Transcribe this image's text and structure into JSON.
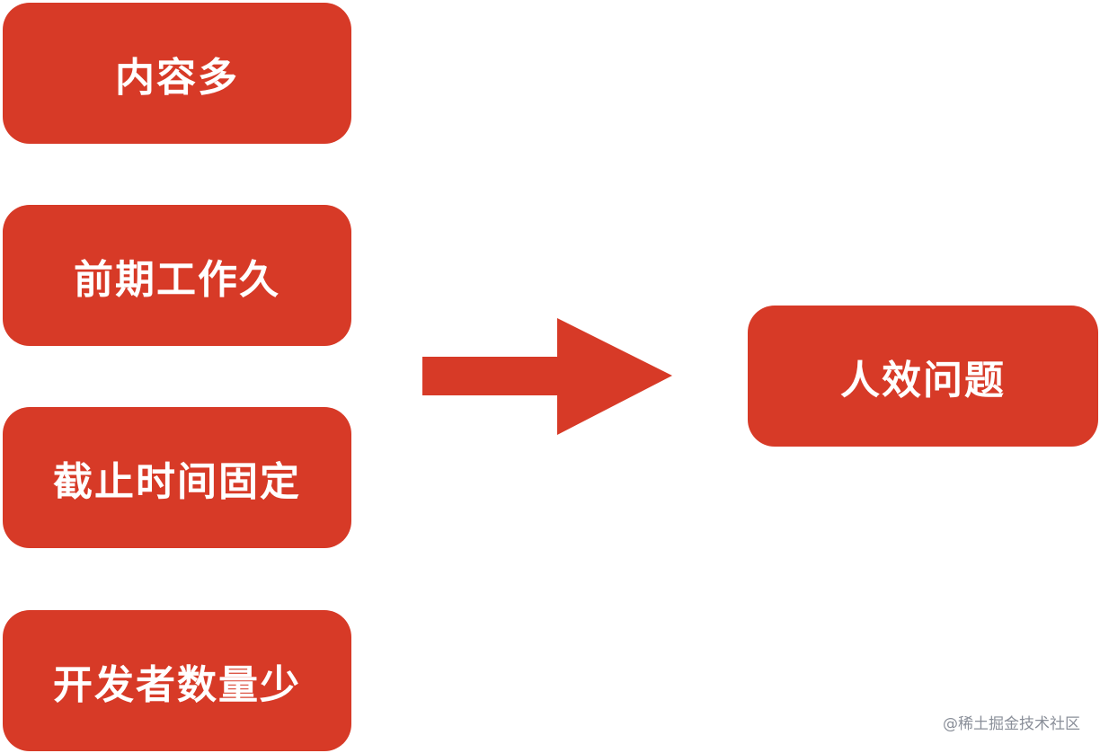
{
  "causes": [
    {
      "label": "内容多"
    },
    {
      "label": "前期工作久"
    },
    {
      "label": "截止时间固定"
    },
    {
      "label": "开发者数量少"
    }
  ],
  "effect": {
    "label": "人效问题"
  },
  "watermark": "@稀土掘金技术社区",
  "colors": {
    "box": "#d73a27",
    "text": "#ffffff",
    "watermark": "#8a8f99"
  },
  "icons": {
    "arrow": "right-arrow-icon"
  }
}
